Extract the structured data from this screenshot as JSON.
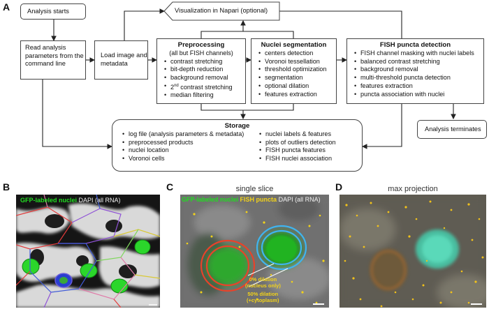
{
  "panel_a": {
    "letter": "A",
    "start": "Analysis starts",
    "read_params": "Read analysis parameters from the command line",
    "load_image": "Load image and metadata",
    "visualization": "Visualization in Napari (optional)",
    "preprocessing": {
      "title": "Preprocessing",
      "subtitle": "(all but FISH channels)",
      "items": [
        "contrast stretching",
        "bit-depth reduction",
        "background removal",
        "2nd contrast stretching",
        "median filtering"
      ]
    },
    "nuclei": {
      "title": "Nuclei segmentation",
      "items": [
        "centers detection",
        "Voronoi tessellation",
        "threshold optimization",
        "segmentation",
        "optional dilation",
        "features extraction"
      ]
    },
    "fish": {
      "title": "FISH puncta detection",
      "items": [
        "FISH channel masking with nuclei labels",
        "balanced contrast stretching",
        "background removal",
        "multi-threshold puncta detection",
        "features extraction",
        "puncta association with nuclei"
      ]
    },
    "terminates": "Analysis terminates",
    "storage": {
      "title": "Storage",
      "left": [
        "log file (analysis parameters & metadata)",
        "preprocessed products",
        "nuclei location",
        "Voronoi cells"
      ],
      "right": [
        "nuclei labels & features",
        "plots of outliers detection",
        "FISH puncta features",
        "FISH nuclei association"
      ]
    }
  },
  "panel_b": {
    "letter": "B",
    "legend_green": "GFP-labeled nuclei",
    "legend_white": "DAPI (all RNA)"
  },
  "panel_c": {
    "letter": "C",
    "title": "single slice",
    "legend_green": "GFP-labeled nuclei",
    "legend_yellow": "FISH puncta",
    "legend_white": "DAPI (all RNA)",
    "ann1": "0% dilation",
    "ann1b": "(nucleus only)",
    "ann2": "50% dilation",
    "ann2b": "(+cytoplasm)"
  },
  "panel_d": {
    "letter": "D",
    "title": "max projection"
  },
  "colors": {
    "green": "#22dd22",
    "yellow": "#f2d21a",
    "red_ring": "#e8432a",
    "blue_ring": "#3fb4f0",
    "voronoi": [
      "#e23b3b",
      "#8f52d6",
      "#3f5ad8",
      "#d9c936",
      "#e07aa8",
      "#7fd65c"
    ]
  }
}
